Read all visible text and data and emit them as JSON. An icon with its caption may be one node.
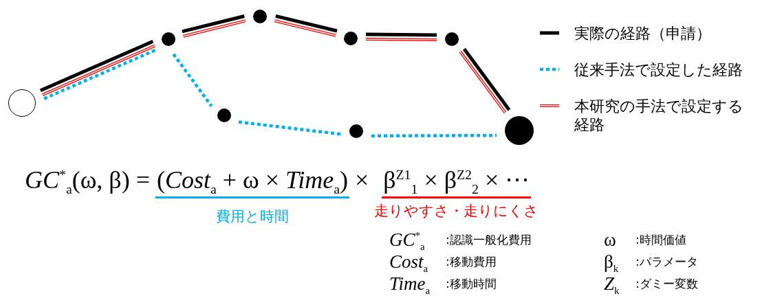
{
  "diagram": {
    "nodes": [
      {
        "text": [],
        "shape": "circle"
      },
      {
        "text": [],
        "shape": "circle"
      },
      {
        "text": [],
        "shape": "circle"
      },
      {
        "text": [],
        "shape": "circle"
      },
      {
        "text": [],
        "shape": "circle"
      },
      {
        "text": [],
        "shape": "circle"
      },
      {
        "text": [],
        "shape": "circle"
      },
      {
        "text": [],
        "shape": "circle"
      }
    ],
    "edges": [
      {
        "from": 0,
        "to": 1,
        "arrow": "none"
      },
      {
        "from": 1,
        "to": 2,
        "arrow": "none"
      },
      {
        "from": 2,
        "to": 3,
        "arrow": "none"
      },
      {
        "from": 3,
        "to": 4,
        "arrow": "none"
      },
      {
        "from": 4,
        "to": 5,
        "arrow": "none"
      },
      {
        "from": 0,
        "to": 1,
        "arrow": "none",
        "color": "#ff0000"
      },
      {
        "from": 1,
        "to": 2,
        "arrow": "none",
        "color": "#ff0000"
      },
      {
        "from": 2,
        "to": 3,
        "arrow": "none",
        "color": "#ff0000"
      },
      {
        "from": 3,
        "to": 4,
        "arrow": "none",
        "color": "#ff0000"
      },
      {
        "from": 4,
        "to": 5,
        "arrow": "none",
        "color": "#ff0000"
      },
      {
        "from": 0,
        "to": 1,
        "arrow": "none",
        "style": "dashed",
        "color": "#00b0f0"
      },
      {
        "from": 1,
        "to": 6,
        "arrow": "none",
        "style": "dashed",
        "color": "#00b0f0"
      },
      {
        "from": 6,
        "to": 7,
        "arrow": "none",
        "style": "dashed",
        "color": "#00b0f0"
      },
      {
        "from": 7,
        "to": 5,
        "arrow": "none",
        "style": "dashed",
        "color": "#00b0f0"
      }
    ],
    "labels": [
      "*GC*$^{*}$$_{a}$(ω, β) =",
      "(*Cost*$_{a}$ + ω × *Time*$_{a}$)",
      "×",
      "β$^{Z1}$$_{1}$ × β$^{Z2}$$_{2}$ × ⋯",
      "費用と時間",
      "走りやすさ・走りにくさ",
      "*GC*$^{*}$$_{a}$",
      ":認識一般化費用",
      "ω",
      ":時間価値",
      "*Cost*$_{a}$",
      ":移動費用",
      "β$_{k}$",
      ":パラメータ",
      "*Time*$_{a}$",
      ":移動時間",
      "*Z*$_{k}$",
      ":ダミー変数"
    ],
    "legend": [
      {
        "text": "実際の経路（申請）"
      },
      {
        "text": "従来手法で設定した経路"
      },
      {
        "text": "本研究の手法で設定する経路"
      }
    ]
  }
}
